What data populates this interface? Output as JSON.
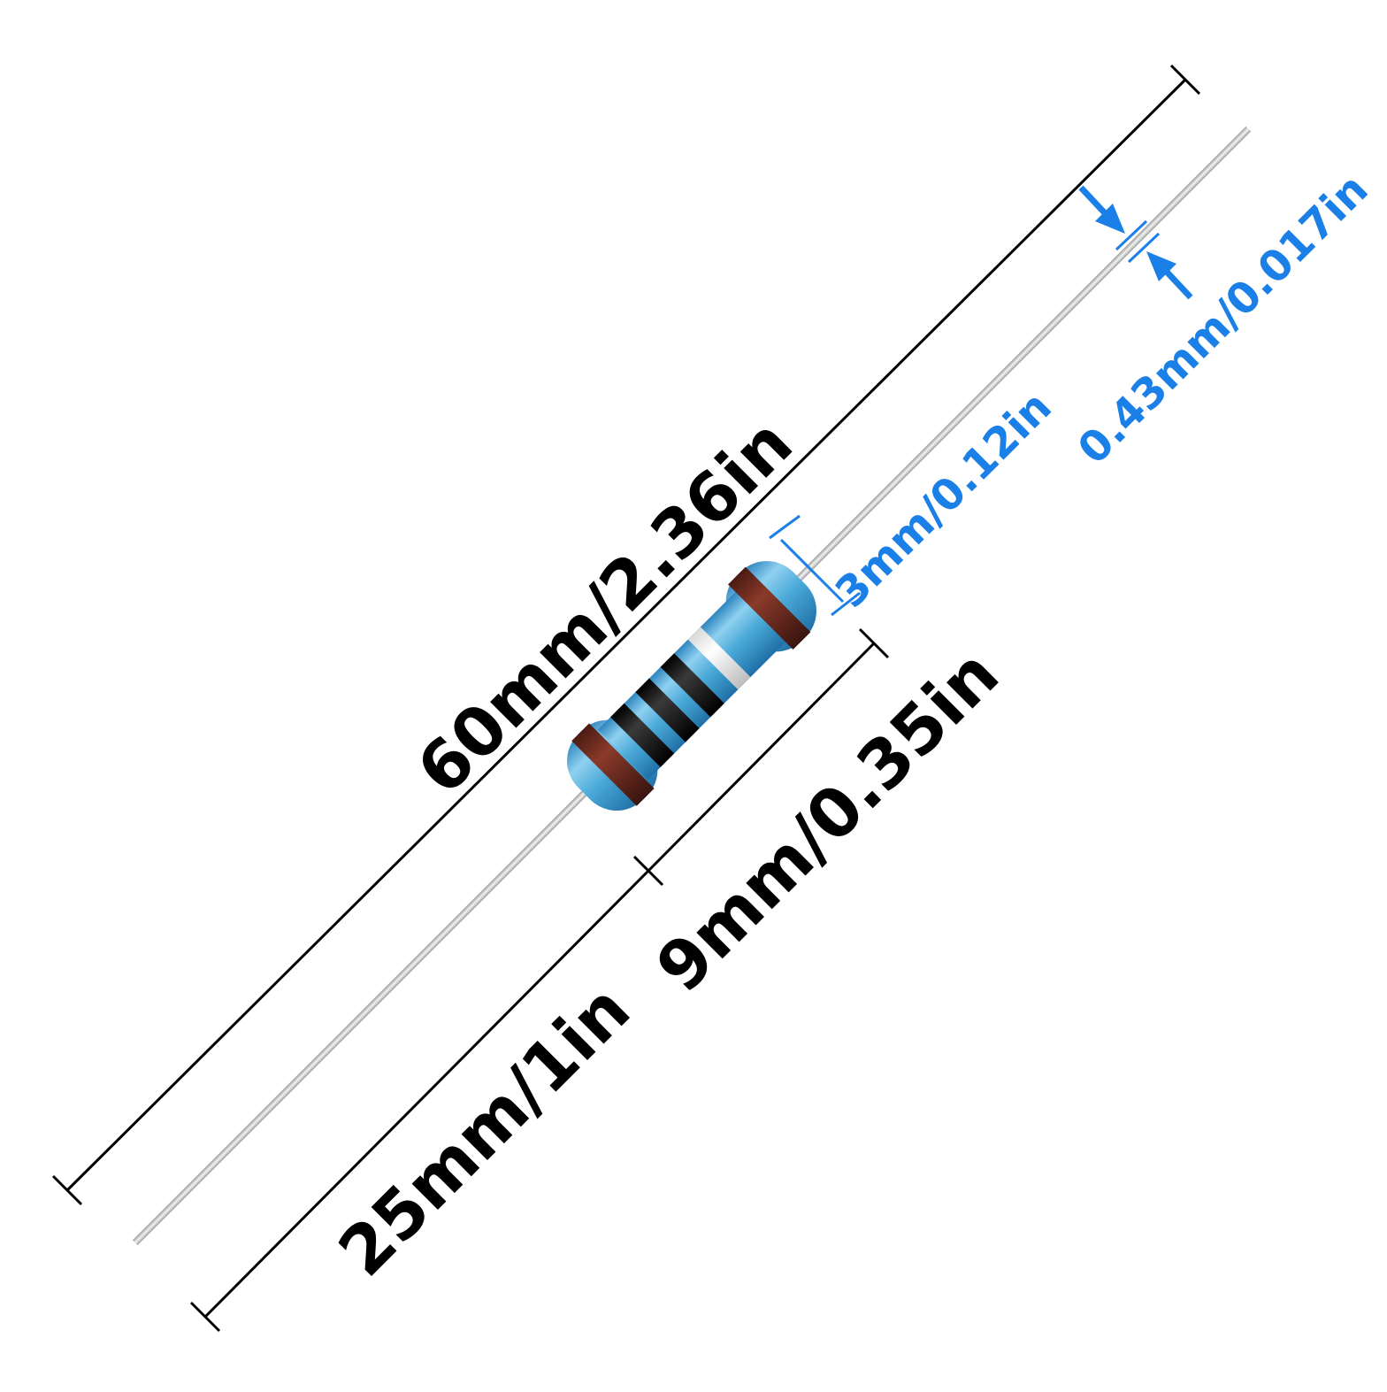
{
  "dimensions": {
    "total_length": "60mm/2.36in",
    "lead_length": "25mm/1in",
    "body_length": "9mm/0.35in",
    "body_diameter": "3mm/0.12in",
    "lead_diameter": "0.43mm/0.017in"
  },
  "colors": {
    "dimension_text": "#000000",
    "small_dimension_text": "#1a7fe6",
    "body": "#4aa9d8",
    "band_brown": "#6b2a1c",
    "band_black": "#111111",
    "band_silver": "#f2f2f2",
    "lead": "#c9c9c9"
  },
  "resistor": {
    "bands": [
      "brown",
      "black",
      "black",
      "black",
      "brown"
    ]
  }
}
